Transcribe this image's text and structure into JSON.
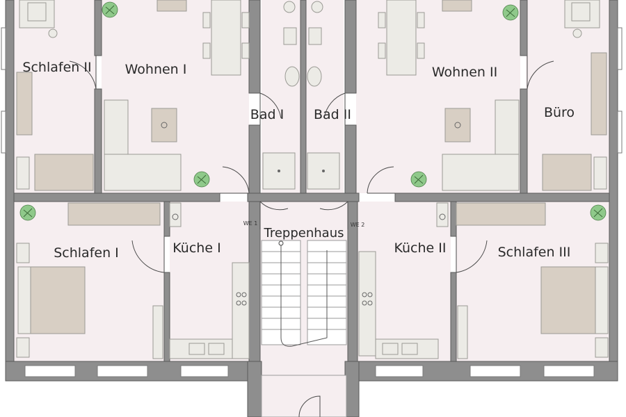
{
  "plan": {
    "rooms": {
      "schlafen2": "Schlafen II",
      "wohnen1": "Wohnen I",
      "bad1": "Bad I",
      "bad2": "Bad II",
      "wohnen2": "Wohnen II",
      "buero": "Büro",
      "schlafen1": "Schlafen I",
      "kueche1": "Küche I",
      "treppenhaus": "Treppenhaus",
      "kueche2": "Küche II",
      "schlafen3": "Schlafen III"
    },
    "units": {
      "we1": "WE 1",
      "we2": "WE 2"
    }
  },
  "icons": {
    "plant": "potted-plant-icon",
    "sink": "sink-icon",
    "toilet": "toilet-icon",
    "shower": "shower-icon",
    "stove": "stove-icon",
    "fridge": "washing-machine-icon"
  },
  "colors": {
    "wall": "#8e8e8e",
    "floor": "#f6eef0",
    "furniture": "#ecebe6",
    "plant": "#8fc98a"
  }
}
